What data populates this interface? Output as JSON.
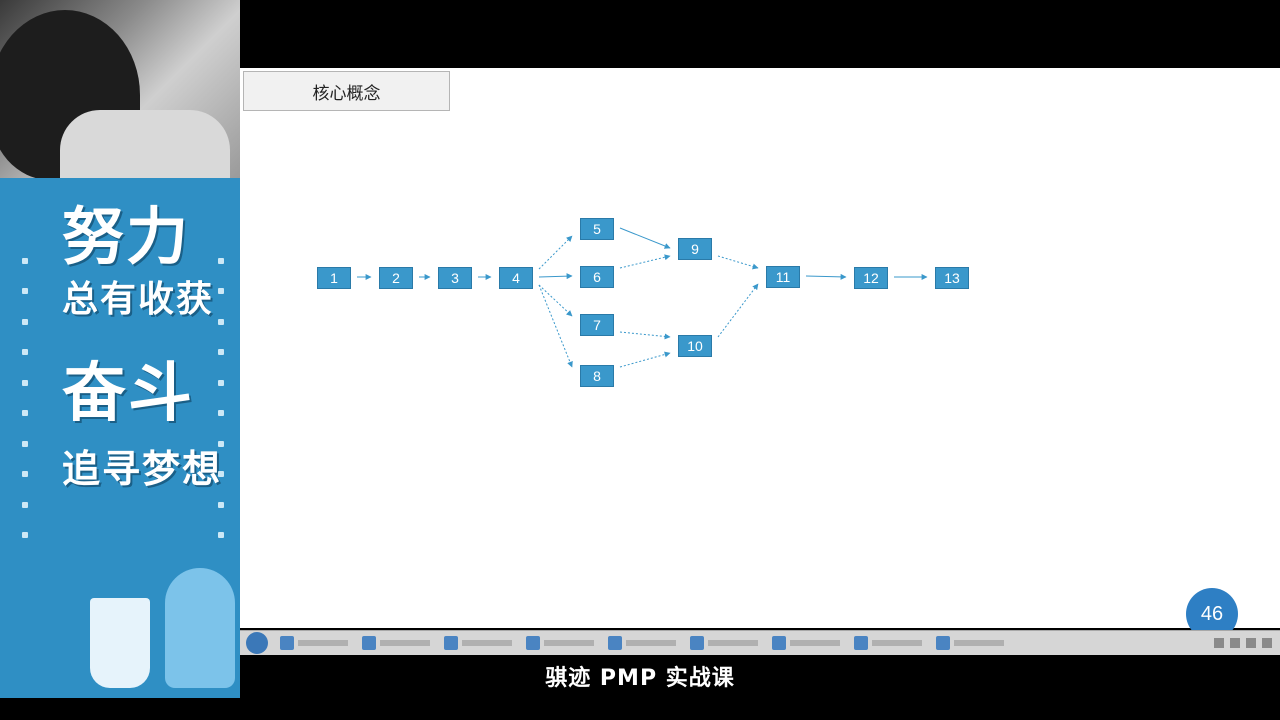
{
  "banner": {
    "slogan1": "努力",
    "slogan2": "总有收获",
    "slogan3": "奋斗",
    "slogan4": "追寻梦想"
  },
  "slide": {
    "title": "核心概念",
    "page_number": "46"
  },
  "diagram": {
    "nodes": [
      "1",
      "2",
      "3",
      "4",
      "5",
      "6",
      "7",
      "8",
      "9",
      "10",
      "11",
      "12",
      "13"
    ],
    "edges": [
      [
        "1",
        "2"
      ],
      [
        "2",
        "3"
      ],
      [
        "3",
        "4"
      ],
      [
        "4",
        "5"
      ],
      [
        "4",
        "6"
      ],
      [
        "4",
        "7"
      ],
      [
        "4",
        "8"
      ],
      [
        "5",
        "9"
      ],
      [
        "6",
        "9"
      ],
      [
        "7",
        "10"
      ],
      [
        "8",
        "10"
      ],
      [
        "9",
        "11"
      ],
      [
        "10",
        "11"
      ],
      [
        "11",
        "12"
      ],
      [
        "12",
        "13"
      ]
    ]
  },
  "caption": "骐迹 PMP 实战课"
}
